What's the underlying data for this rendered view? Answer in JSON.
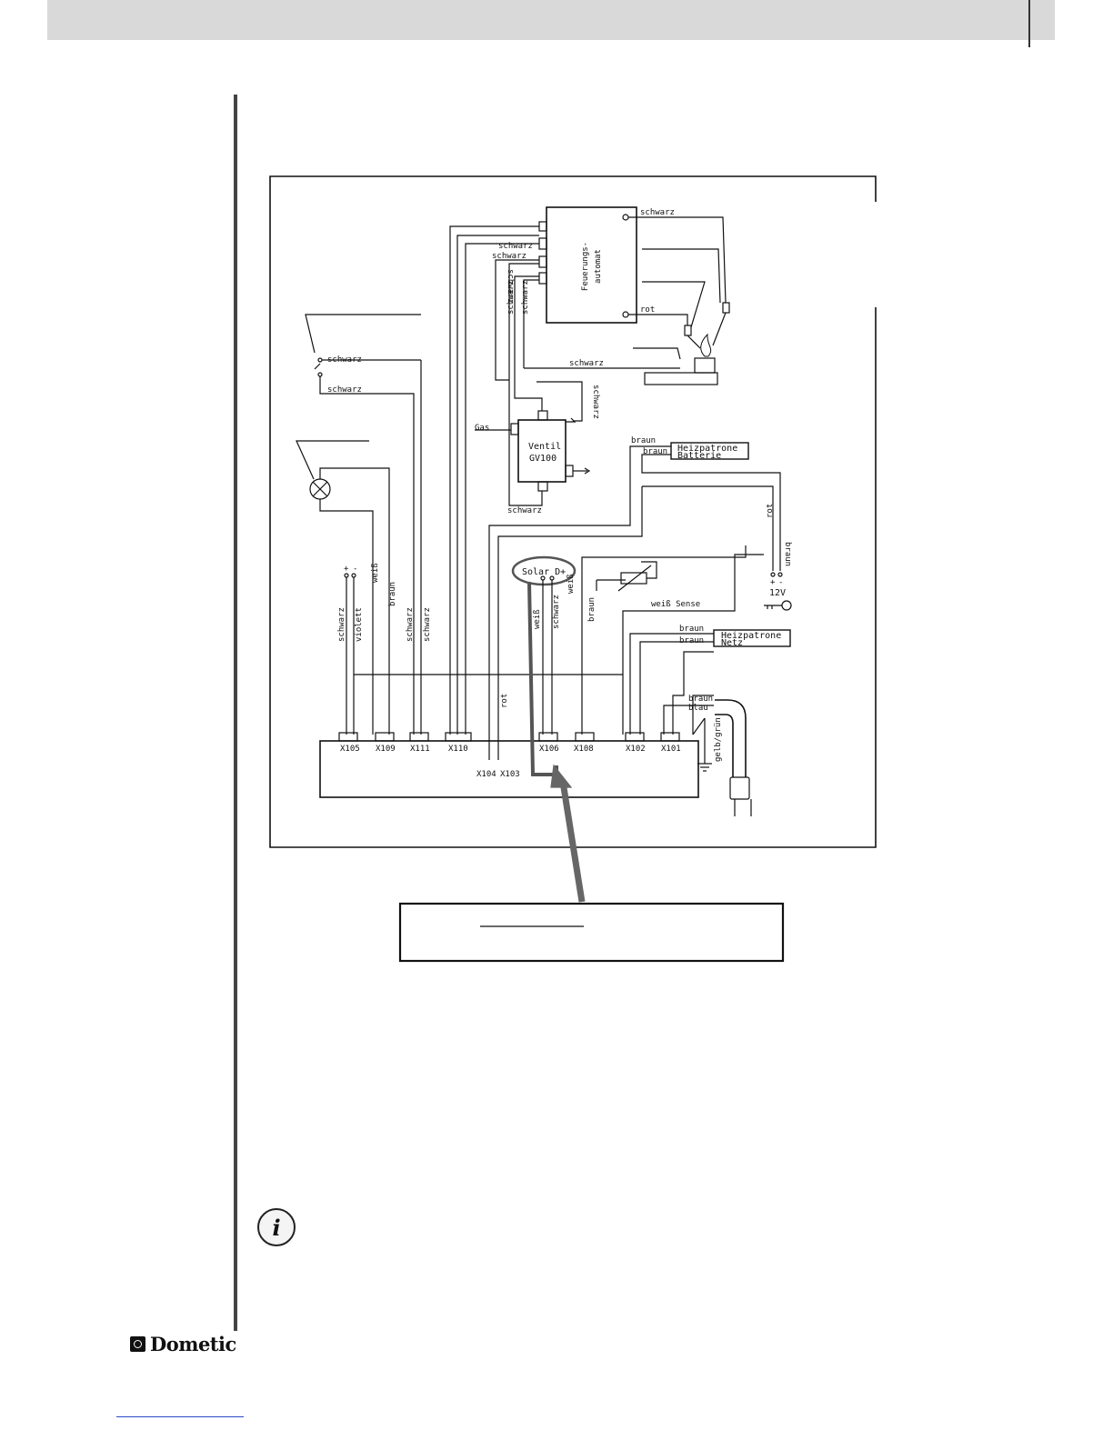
{
  "brand": {
    "name": "Dometic"
  },
  "icons": {
    "info": "info-icon",
    "logo": "dometic-logo-mark"
  },
  "labels": {
    "feuerungsautomat_1": "Feuerungs-",
    "feuerungsautomat_2": "automat",
    "schwarz": "schwarz",
    "rot": "rot",
    "braun": "braun",
    "blau": "blau",
    "weiss": "weiß",
    "violett": "violett",
    "gelbgruen": "gelb/grün",
    "gas": "Gas",
    "ventil_1": "Ventil",
    "ventil_2": "GV100",
    "heizpatrone_1": "Heizpatrone",
    "batterie": "Batterie",
    "netz": "Netz",
    "solar": "Solar D+",
    "weiss_sense": "weiß Sense",
    "v12": "12V",
    "plus": "+",
    "minus": "-"
  },
  "connectors": {
    "x105": "X105",
    "x109": "X109",
    "x111": "X111",
    "x110": "X110",
    "x106": "X106",
    "x108": "X108",
    "x102": "X102",
    "x101": "X101",
    "x104": "X104",
    "x103": "X103"
  }
}
